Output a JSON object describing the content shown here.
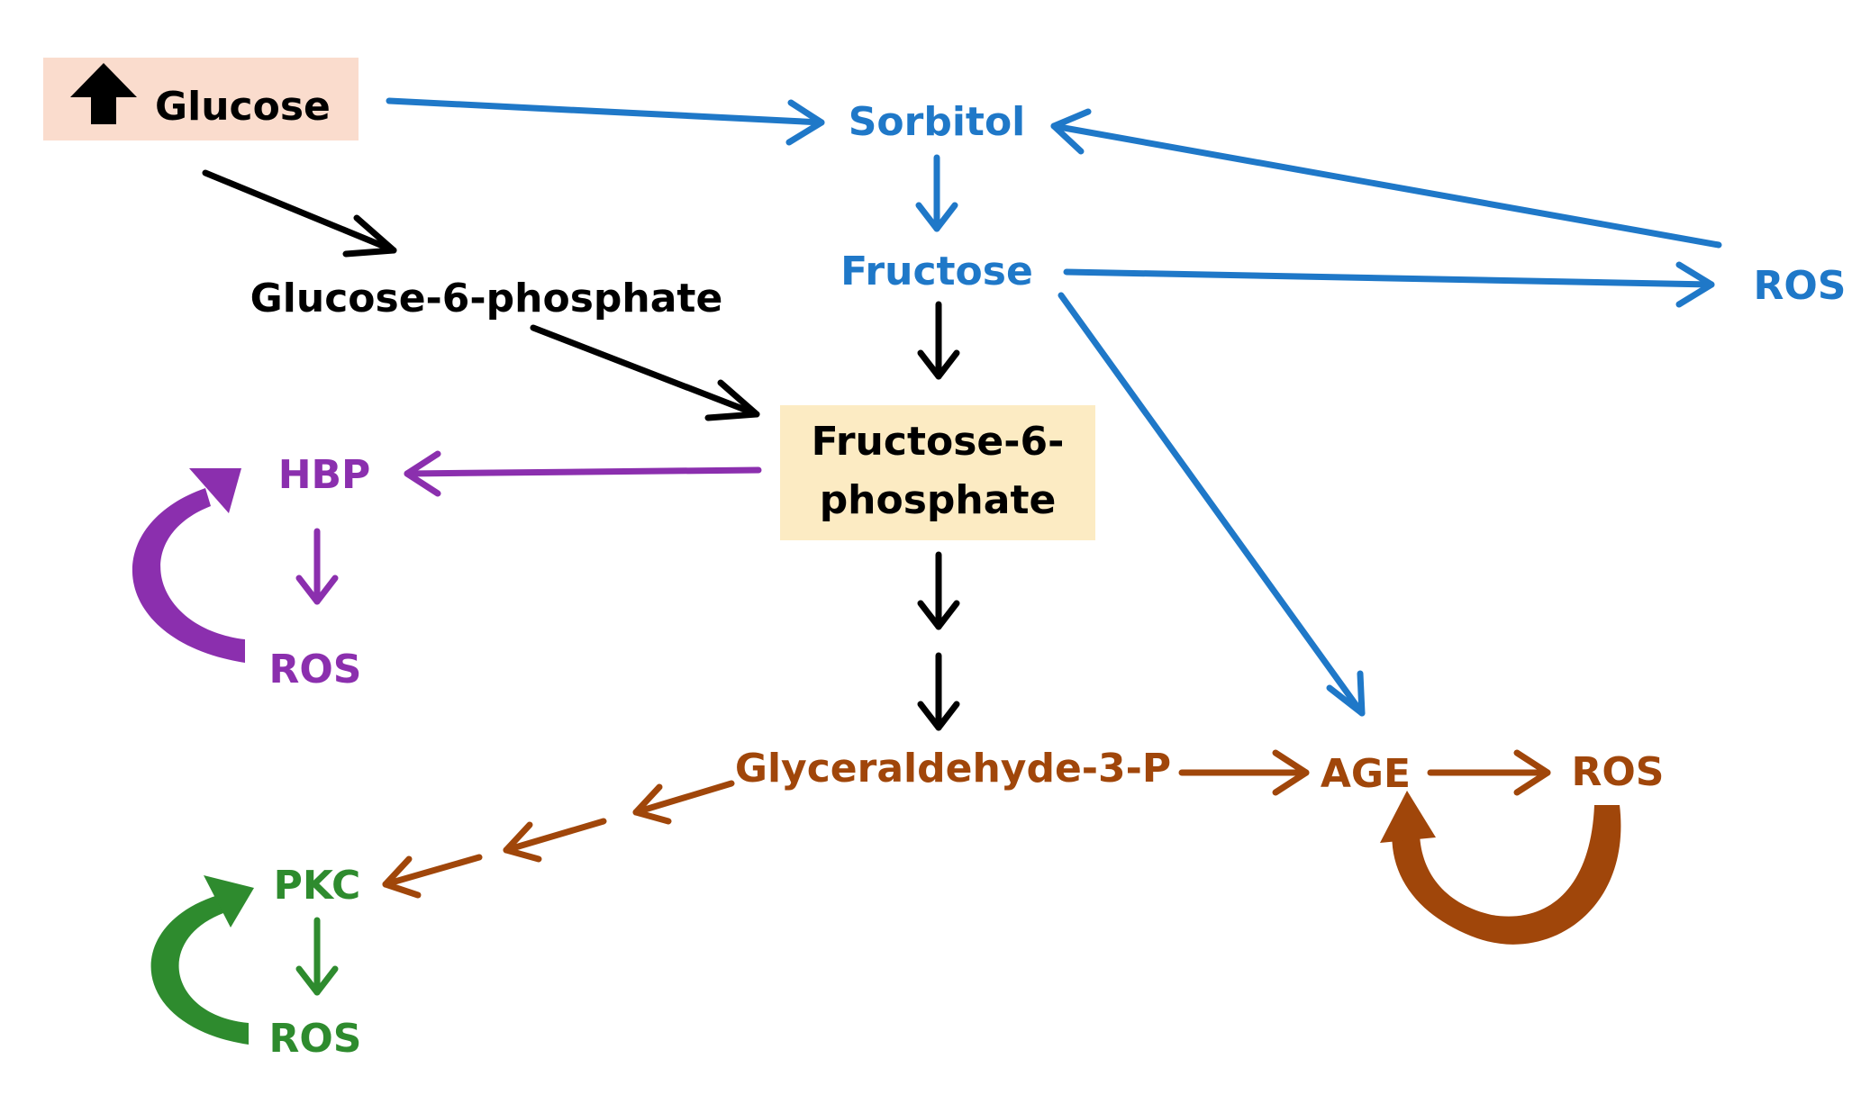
{
  "colors": {
    "black": "#000000",
    "blue": "#1f78c8",
    "purple": "#8b2fae",
    "brown": "#a0460a",
    "green": "#2e8b2e",
    "glucose_box": "#fadccd",
    "f6p_box": "#fcebc3"
  },
  "icons": {
    "increase": "up-arrow-icon"
  },
  "nodes": {
    "glucose": "Glucose",
    "sorbitol": "Sorbitol",
    "fructose": "Fructose",
    "ros_polyol": "ROS",
    "glucose_6_phosphate": "Glucose-6-phosphate",
    "fructose_6_phosphate_line1": "Fructose-6-",
    "fructose_6_phosphate_line2": "phosphate",
    "hbp": "HBP",
    "ros_hbp": "ROS",
    "glyceraldehyde_3_p": "Glyceraldehyde-3-P",
    "age": "AGE",
    "ros_age": "ROS",
    "pkc": "PKC",
    "ros_pkc": "ROS"
  }
}
